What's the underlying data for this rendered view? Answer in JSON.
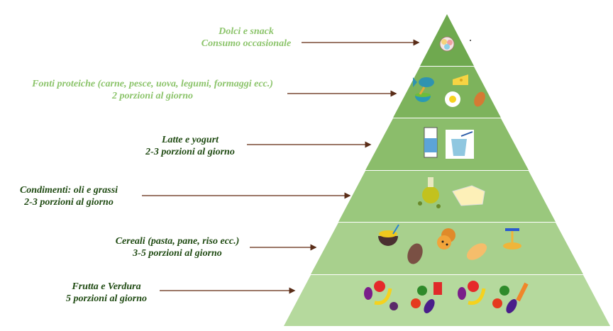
{
  "tiers": [
    {
      "title": "Dolci e snack",
      "subtitle": "Consumo occasionale",
      "color": "#6fa94f",
      "icons": [
        "sweets-icon"
      ]
    },
    {
      "title": "Fonti proteiche (carne, pesce, uova, legumi, formaggi ecc.)",
      "subtitle": "2 porzioni al giorno",
      "color": "#7db35c",
      "icons": [
        "fish-icon",
        "cheese-icon",
        "legumes-icon",
        "egg-icon",
        "chicken-leg-icon"
      ]
    },
    {
      "title": "Latte e yogurt",
      "subtitle": "2-3 porzioni al giorno",
      "color": "#8bbd6b",
      "icons": [
        "milk-carton-icon",
        "yogurt-icon"
      ]
    },
    {
      "title": "Condimenti: oli e grassi",
      "subtitle": "2-3 porzioni al giorno",
      "color": "#9ac87d",
      "icons": [
        "olive-oil-icon",
        "butter-icon"
      ]
    },
    {
      "title": "Cereali (pasta, pane, riso ecc.)",
      "subtitle": "3-5 porzioni al giorno",
      "color": "#a8d08d",
      "icons": [
        "rice-bowl-icon",
        "potato-icon",
        "cookies-icon",
        "bread-icon",
        "pasta-icon"
      ]
    },
    {
      "title": "Frutta e Verdura",
      "subtitle": "5 porzioni al giorno",
      "color": "#b5d99d",
      "icons": [
        "fruit-icon",
        "vegetables-icon",
        "fruit-icon",
        "vegetables-icon"
      ]
    }
  ]
}
